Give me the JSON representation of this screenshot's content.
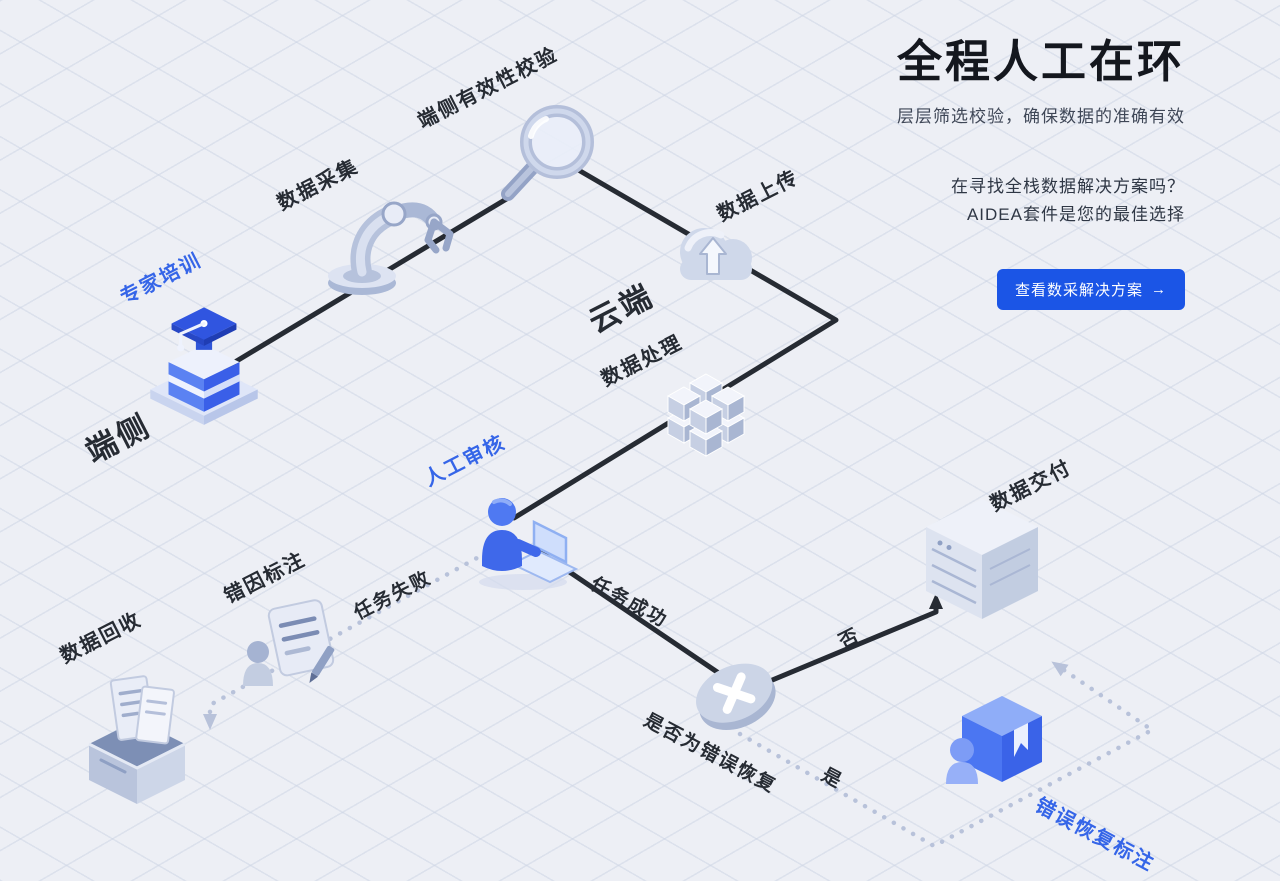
{
  "header": {
    "title": "全程人工在环",
    "subtitle": "层层筛选校验，确保数据的准确有效",
    "promo_line1": "在寻找全栈数据解决方案吗？",
    "promo_line2": "AIDEA套件是您的最佳选择",
    "cta_label": "查看数采解决方案",
    "cta_arrow": "→"
  },
  "diagram": {
    "labels": {
      "expert_training": "专家培训",
      "edge_side": "端侧",
      "data_collection": "数据采集",
      "edge_validation": "端侧有效性校验",
      "data_upload": "数据上传",
      "cloud_side": "云端",
      "data_processing": "数据处理",
      "human_review": "人工审核",
      "task_failed": "任务失败",
      "task_success": "任务成功",
      "error_cause_annotation": "错因标注",
      "data_recycle": "数据回收",
      "error_recovery_check": "是否为错误恢复",
      "no": "否",
      "yes": "是",
      "data_delivery": "数据交付",
      "error_recovery_annotation": "错误恢复标注"
    },
    "icons": {
      "graduation-cap-icon": "expert training podium",
      "robot-arm-icon": "data collection robot arm",
      "magnifier-icon": "edge validation magnifier",
      "cloud-upload-icon": "data upload cloud",
      "cube-cluster-icon": "data processing cubes",
      "person-laptop-icon": "human reviewer at laptop",
      "person-document-icon": "error cause annotation",
      "recycle-box-icon": "data recycle box",
      "decision-x-icon": "error recovery decision node",
      "server-stack-icon": "data delivery server",
      "book-person-icon": "error recovery annotation"
    },
    "colors": {
      "accent_blue": "#3565e8",
      "cta_blue": "#1b55e6",
      "line_dark": "#262b33",
      "line_dotted": "#b8c2da",
      "label_dark": "#262b33",
      "background": "#edeff5"
    }
  }
}
